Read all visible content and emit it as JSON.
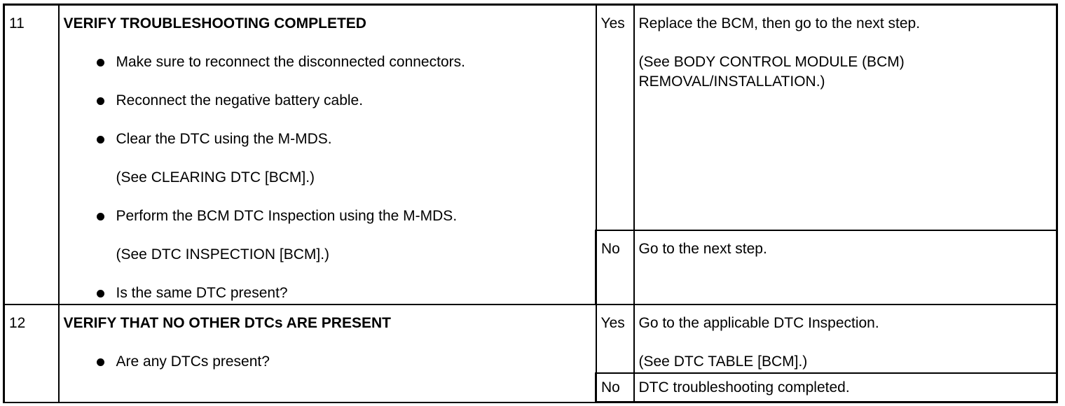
{
  "steps": [
    {
      "number": "11",
      "title": "VERIFY TROUBLESHOOTING COMPLETED",
      "checks": [
        {
          "text": "Make sure to reconnect the disconnected connectors.",
          "ref": ""
        },
        {
          "text": "Reconnect the negative battery cable.",
          "ref": ""
        },
        {
          "text": "Clear the DTC using the M-MDS.",
          "ref": "(See CLEARING DTC [BCM].)"
        },
        {
          "text": "Perform the BCM DTC Inspection using the M-MDS.",
          "ref": "(See DTC INSPECTION [BCM].)"
        },
        {
          "text": "Is the same DTC present?",
          "ref": ""
        }
      ],
      "yes": {
        "label": "Yes",
        "action": "Replace the BCM, then go to the next step.",
        "ref": "(See BODY CONTROL MODULE (BCM) REMOVAL/INSTALLATION.)"
      },
      "no": {
        "label": "No",
        "action": "Go to the next step.",
        "ref": ""
      }
    },
    {
      "number": "12",
      "title": "VERIFY THAT NO OTHER DTCs ARE PRESENT",
      "checks": [
        {
          "text": "Are any DTCs present?",
          "ref": ""
        }
      ],
      "yes": {
        "label": "Yes",
        "action": "Go to the applicable DTC Inspection.",
        "ref": "(See DTC TABLE [BCM].)"
      },
      "no": {
        "label": "No",
        "action": "DTC troubleshooting completed.",
        "ref": ""
      }
    }
  ]
}
